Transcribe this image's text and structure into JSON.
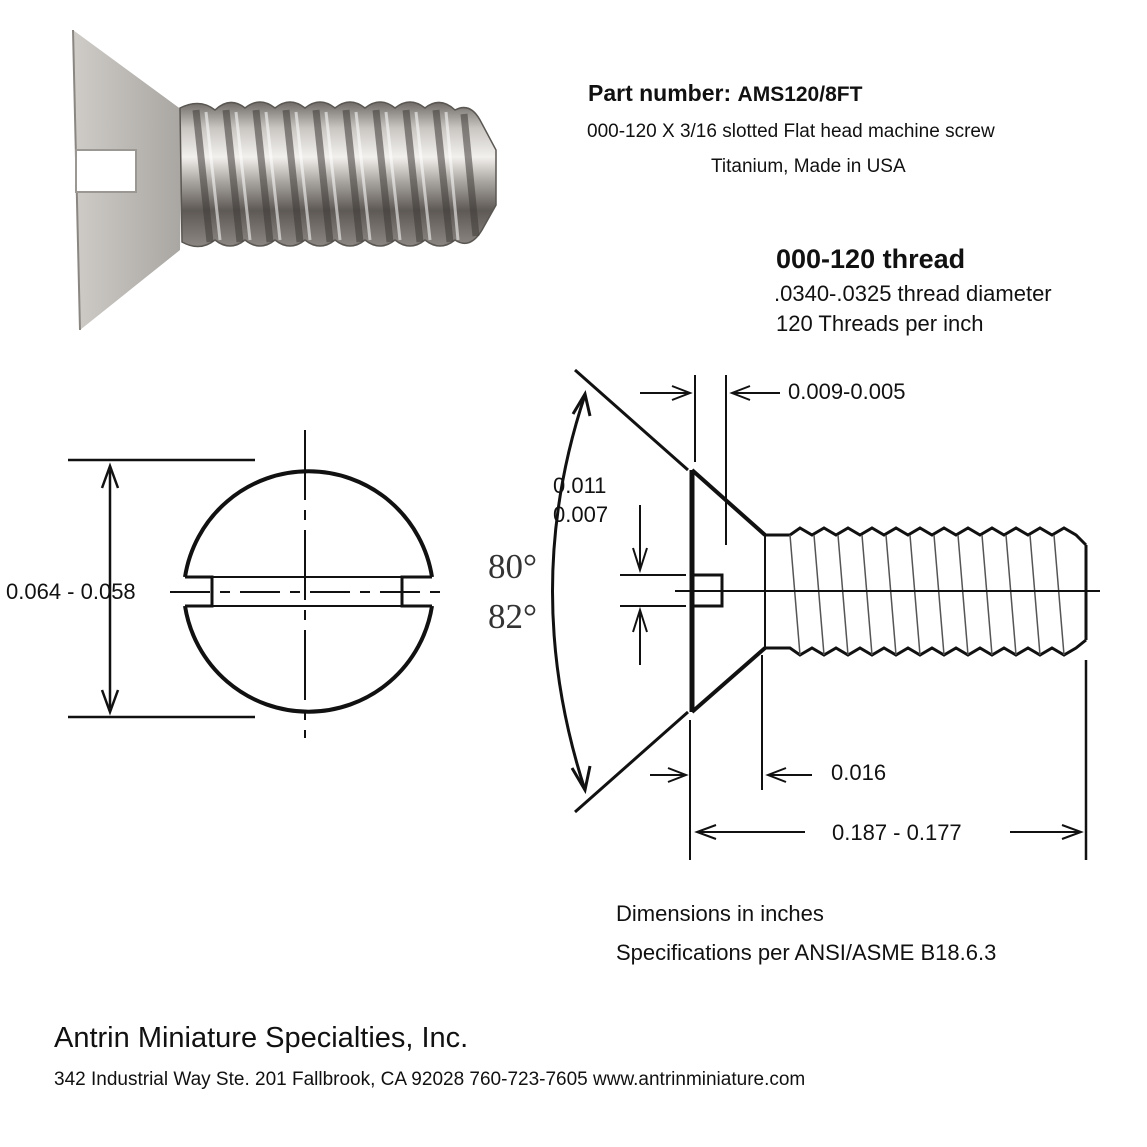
{
  "header": {
    "part_label": "Part number:",
    "part_number": "AMS120/8FT",
    "description": "000-120 X 3/16 slotted Flat head machine screw",
    "material": "Titanium,  Made in USA"
  },
  "thread": {
    "title": "000-120 thread",
    "diameter": ".0340-.0325 thread diameter",
    "tpi": "120 Threads per inch"
  },
  "dimensions": {
    "slot_width": "0.064 - 0.058",
    "head_edge": "0.009-0.005",
    "slot_depth_max": "0.011",
    "slot_depth_min": "0.007",
    "angle_min": "80°",
    "angle_max": "82°",
    "underhead": "0.016",
    "length": "0.187 - 0.177"
  },
  "notes": {
    "units": "Dimensions in inches",
    "spec": "Specifications per ANSI/ASME B18.6.3"
  },
  "footer": {
    "company": "Antrin Miniature Specialties, Inc.",
    "address": "342 Industrial Way Ste. 201 Fallbrook, CA  92028  760-723-7605   www.antrinminiature.com"
  }
}
